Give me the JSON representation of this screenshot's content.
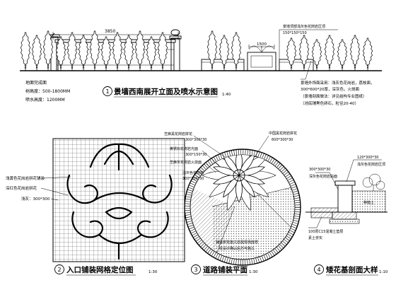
{
  "elevation": {
    "dim_total": "3850",
    "dim_fountain": "1500",
    "top_note_1": "景墙顶部浅灰色花岗岩压顶",
    "top_note_2": "150*150*150",
    "left_notes": [
      "地面完成面",
      "树高度：500-1800MM",
      "喷水高度：1200MM"
    ],
    "right_notes": [
      "景墙外饰面采用：浅灰色花岗岩，荔枝面，",
      "300*600*20厚，深灰色，火烧面",
      "（景墙剖面做法：详见结构专业图纸）",
      "（池底铺黑色卵石，粒径20-40）"
    ],
    "title_no": "1",
    "title": "景墙西南展开立面及喷水示意图",
    "scale": "1:40"
  },
  "grid_plan": {
    "labels": [
      "浅黄色花岗岩拼花铺装",
      "深红色花岗岩拼花",
      "浅灰：300*300"
    ],
    "title_no": "2",
    "title": "入口铺装网格定位图",
    "scale": "1:30"
  },
  "road_plan": {
    "labels": [
      "芝麻黑花岗岩拼花",
      "300*300*30",
      "黄锈石花岗岩光面",
      "300*150*30",
      "芝麻灰花岗岩火烧面",
      "浅灰色花岗岩",
      "300*300*30",
      "中国黑花岗岩拼花",
      "600*300*30"
    ],
    "notes": [
      "铺装拼花施工前需现场放样",
      "经设计确认后方可施工"
    ],
    "title_no": "3",
    "title": "道路铺装平面",
    "scale": "1:30"
  },
  "section": {
    "labels": [
      "120*300*30",
      "浅灰色花岗岩压顶",
      "300*300*30",
      "深灰色花岗岩贴面",
      "100厚C15混凝土垫层",
      "素土夯实",
      "种植土"
    ],
    "title_no": "4",
    "title": "矮花基剖面大样",
    "scale": "1:10"
  }
}
